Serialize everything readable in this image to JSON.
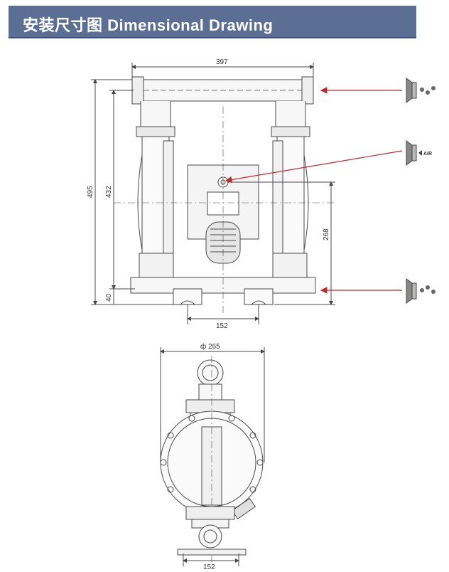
{
  "header": {
    "title": "安装尺寸图 Dimensional Drawing"
  },
  "front_view": {
    "width_top": "397",
    "height_total": "495",
    "height_inner": "432",
    "height_air": "268",
    "height_base": "40",
    "base_width": "152"
  },
  "side_view": {
    "diameter": "ф 265",
    "base_width": "152"
  },
  "ports": {
    "air_label": "AIR"
  },
  "colors": {
    "header_bg": "#5b6f94",
    "arrow": "#c0282d",
    "line": "#4a4a4a"
  }
}
